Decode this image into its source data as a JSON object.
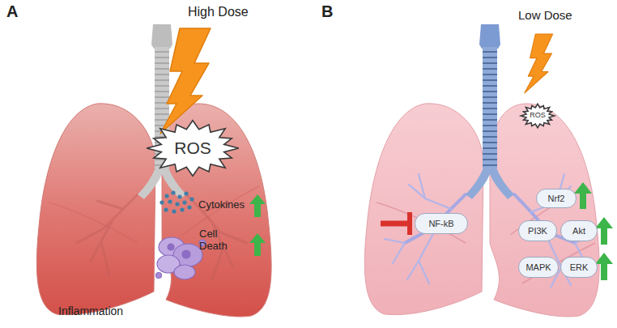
{
  "diagram": {
    "nodes": [
      {
        "text": [
          "ROS"
        ]
      },
      {
        "text": [
          "ROS"
        ]
      },
      {
        "text": [
          "NF-kB"
        ]
      },
      {
        "text": [
          "Nrf2"
        ]
      },
      {
        "text": [
          "PI3K"
        ]
      },
      {
        "text": [
          "Akt"
        ]
      },
      {
        "text": [
          "MAPK"
        ]
      },
      {
        "text": [
          "ERK"
        ]
      }
    ],
    "labels": [
      "A",
      "High Dose",
      "Cytokines",
      "Cell Death",
      "Inflammation",
      "B",
      "Low Dose"
    ]
  }
}
